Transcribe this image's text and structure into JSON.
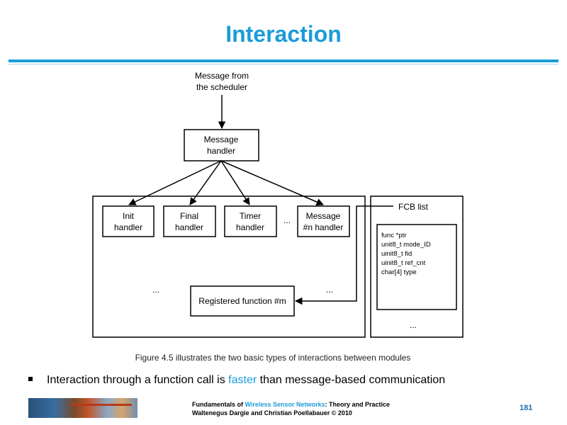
{
  "slide": {
    "title": "Interaction",
    "caption": "Figure 4.5 illustrates the two basic types of interactions between modules",
    "bullet": {
      "pre": "Interaction through a function call is ",
      "highlight": "faster",
      "post": " than message-based communication"
    },
    "footer": {
      "line1_pre": "Fundamentals of ",
      "line1_highlight": "Wireless Sensor Networks",
      "line1_post": ": Theory and Practice",
      "line2": "Waltenegus Dargie and Christian Poellabauer © 2010"
    },
    "page_number": "181"
  },
  "diagram": {
    "source": {
      "line1": "Message from",
      "line2": "the scheduler"
    },
    "message_handler": {
      "line1": "Message",
      "line2": "handler"
    },
    "handlers": [
      {
        "line1": "Init",
        "line2": "handler"
      },
      {
        "line1": "Final",
        "line2": "handler"
      },
      {
        "line1": "Timer",
        "line2": "handler"
      },
      {
        "line1": "Message",
        "line2": "#n handler"
      }
    ],
    "ellipsis": "...",
    "registered_function": "Registered function #m",
    "fcb_label": "FCB list",
    "fcb_fields": [
      "func *ptr",
      "unit8_t mode_ID",
      "uinit8_t fid",
      "uinit8_t ref_cnt",
      "char[4] type"
    ]
  }
}
